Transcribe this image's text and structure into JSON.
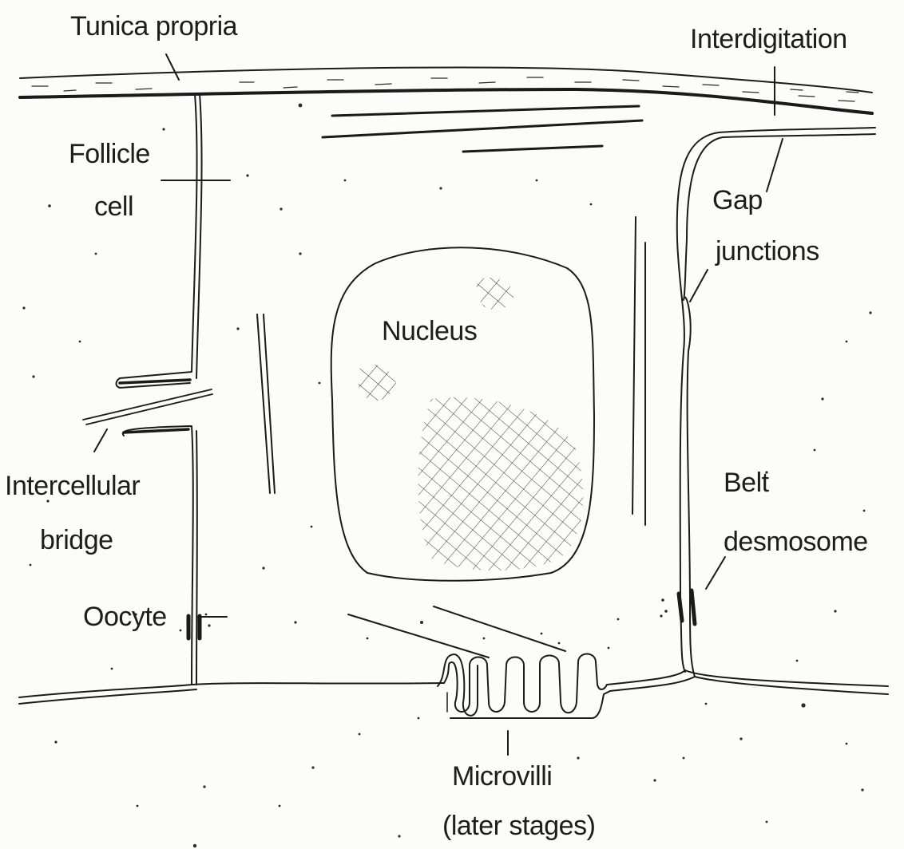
{
  "labels": {
    "tunica_propria": "Tunica  propria",
    "interdigitation": "Interdigitation",
    "follicle": "Follicle",
    "cell": "cell",
    "gap": "Gap",
    "junctions": "junctions",
    "nucleus": "Nucleus",
    "intercellular": "Intercellular",
    "bridge": "bridge",
    "belt": "Belt",
    "desmosome": "desmosome",
    "oocyte": "Oocyte",
    "microvilli": "Microvilli",
    "later_stages": "(later stages)"
  },
  "colors": {
    "ink": "#1a1a1a",
    "paper": "#fcfcfa"
  }
}
